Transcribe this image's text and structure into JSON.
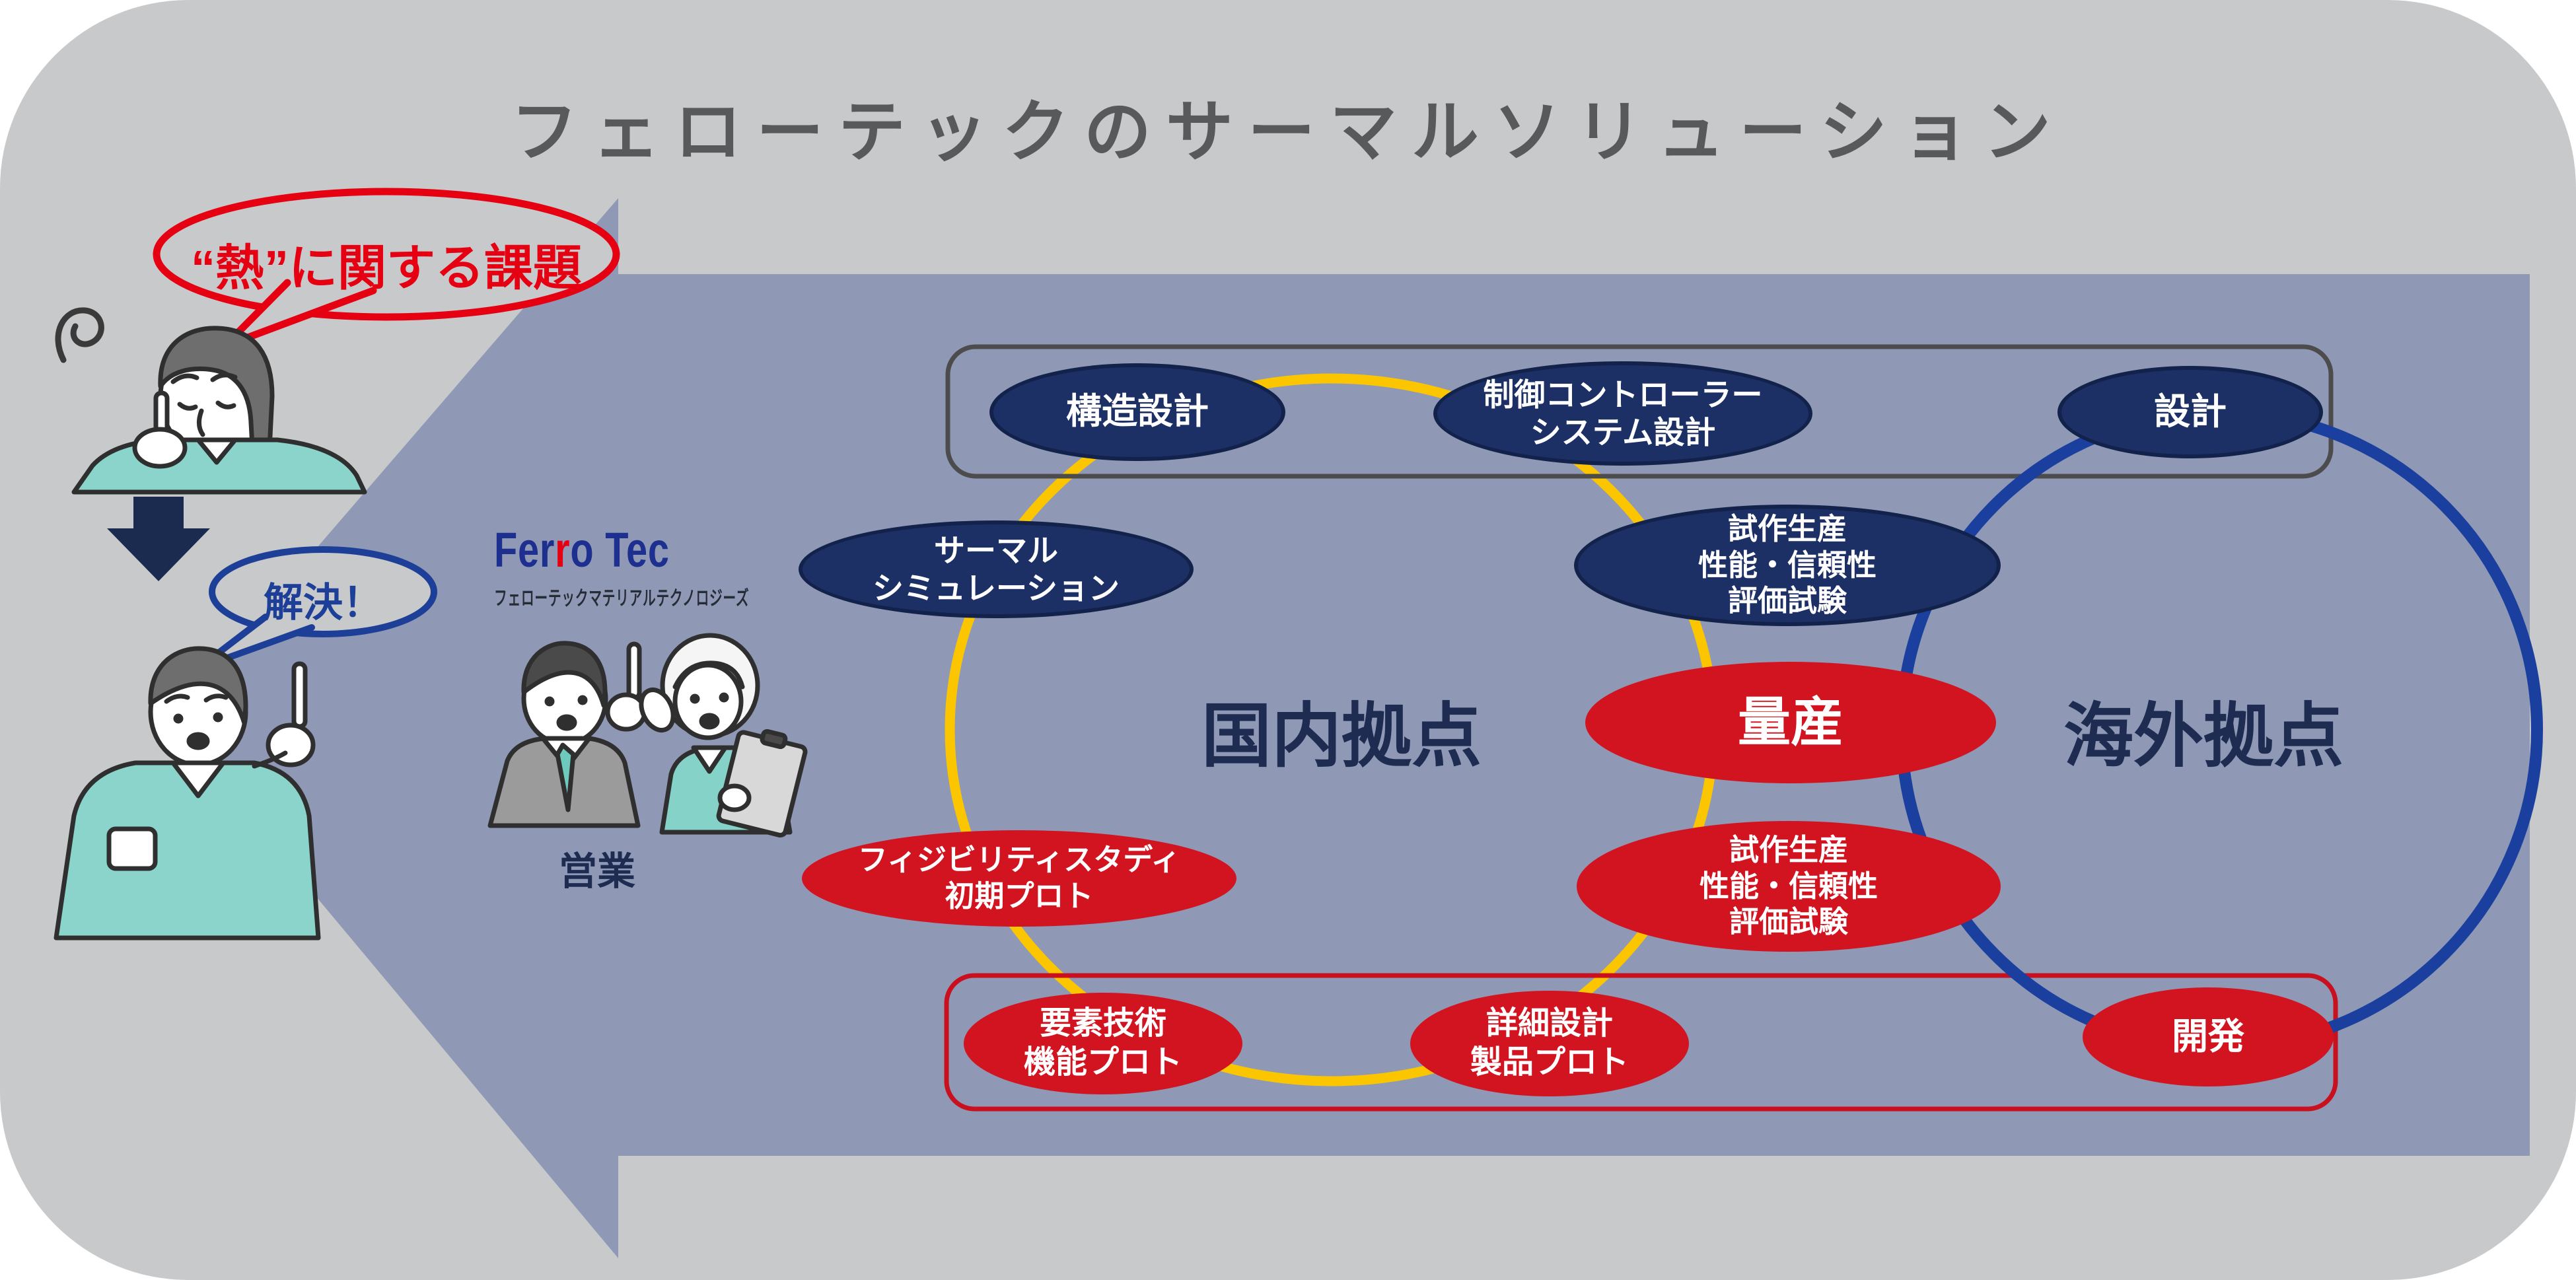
{
  "title": "フェローテックのサーマルソリューション",
  "bubbles": {
    "problem": "“熱”に関する課題",
    "solution": "解決！"
  },
  "logo": {
    "part1": "Fer",
    "red_letter": "r",
    "part2": "o Tec",
    "subtitle": "フェローテックマテリアルテクノロジーズ"
  },
  "labels": {
    "sales": "営業",
    "domestic_base": "国内拠点",
    "overseas_base": "海外拠点"
  },
  "nodes": {
    "structural": {
      "label": "構造設計"
    },
    "controller": {
      "label": "制御コントローラー\nシステム設計"
    },
    "design": {
      "label": "設計"
    },
    "thermal": {
      "label": "サーマル\nシミュレーション"
    },
    "trial_blue": {
      "label": "試作生産\n性能・信頼性\n評価試験"
    },
    "mass_production": {
      "label": "量産"
    },
    "trial_red": {
      "label": "試作生産\n性能・信頼性\n評価試験"
    },
    "feasibility": {
      "label": "フィジビリティスタディ\n初期プロト"
    },
    "element_tech": {
      "label": "要素技術\n機能プロト"
    },
    "detail_design": {
      "label": "詳細設計\n製品プロト"
    },
    "development": {
      "label": "開発"
    }
  },
  "colors": {
    "background": "#c8c9cb",
    "arrow": "#8f99b6",
    "navy_node": "#1c3066",
    "red_node": "#d11420",
    "yellow_ring": "#fbc600",
    "blue_ring": "#1a3f9e",
    "gray_box_stroke": "#4c4c4c",
    "red_box_stroke": "#c8101e",
    "title_text": "#58595b",
    "zone_text": "#1e2c52",
    "bubble_problem_stroke": "#e50012",
    "bubble_solution_stroke": "#1d3f97",
    "logo_blue": "#1d2f8f"
  }
}
